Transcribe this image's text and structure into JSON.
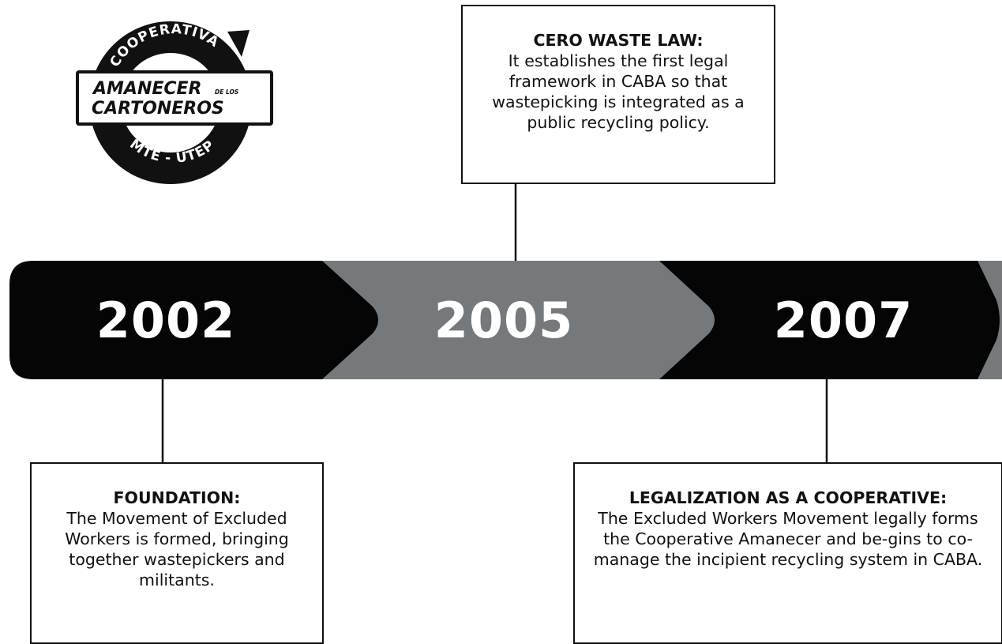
{
  "logo": {
    "top_text": "COOPERATIVA",
    "name_line1": "AMANECER",
    "name_suffix": "DE LOS",
    "name_line2": "CARTONEROS",
    "bottom_text": "MTE - UTEP"
  },
  "timeline": {
    "colors": {
      "dark": "#050505",
      "grey": "#75797b",
      "line": "#111111"
    },
    "years": [
      {
        "label": "2002"
      },
      {
        "label": "2005"
      },
      {
        "label": "2007"
      }
    ]
  },
  "events": {
    "e2002": {
      "title": "FOUNDATION:",
      "body": "The Movement of Excluded Workers is formed, bringing together wastepickers and militants."
    },
    "e2005": {
      "title": "CERO WASTE LAW:",
      "body": "It establishes the first legal framework in CABA so that wastepicking is integrated as a public recycling policy."
    },
    "e2007": {
      "title": "LEGALIZATION AS A COOPERATIVE:",
      "body": "The Excluded Workers Movement legally forms the Cooperative Amanecer and be-gins to co-manage the incipient recycling system in CABA."
    }
  }
}
